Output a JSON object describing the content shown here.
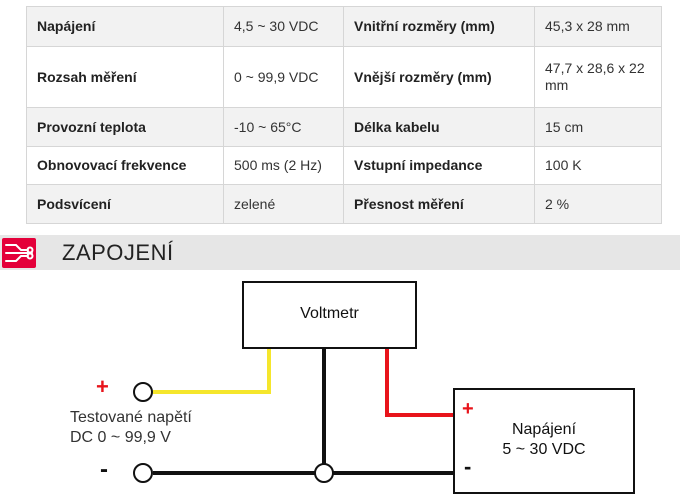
{
  "specs": {
    "rows": [
      [
        "Napájení",
        "4,5 ~ 30 VDC",
        "Vnitřní rozměry (mm)",
        "45,3 x 28 mm"
      ],
      [
        "Rozsah měření",
        "0 ~ 99,9 VDC",
        "Vnější rozměry (mm)",
        "47,7 x 28,6 x 22 mm"
      ],
      [
        "Provozní teplota",
        "-10 ~ 65°C",
        "Délka kabelu",
        "15 cm"
      ],
      [
        "Obnovovací frekvence",
        "500 ms (2 Hz)",
        "Vstupní impedance",
        "100 K"
      ],
      [
        "Podsvícení",
        "zelené",
        "Přesnost měření",
        "2 %"
      ]
    ]
  },
  "section": {
    "title": "ZAPOJENÍ",
    "icon": "circuit-icon",
    "accent": "#e4003a"
  },
  "diagram": {
    "voltmeter_label": "Voltmetr",
    "supply_label_1": "Napájení",
    "supply_label_2": "5 ~ 30 VDC",
    "input_label_1": "Testované napětí",
    "input_label_2": "DC 0 ~ 99,9 V",
    "plus_sign": "+",
    "minus_sign": "-",
    "wire_colors": {
      "positive": "#e8141b",
      "signal": "#f5e62c",
      "ground": "#111111"
    }
  }
}
